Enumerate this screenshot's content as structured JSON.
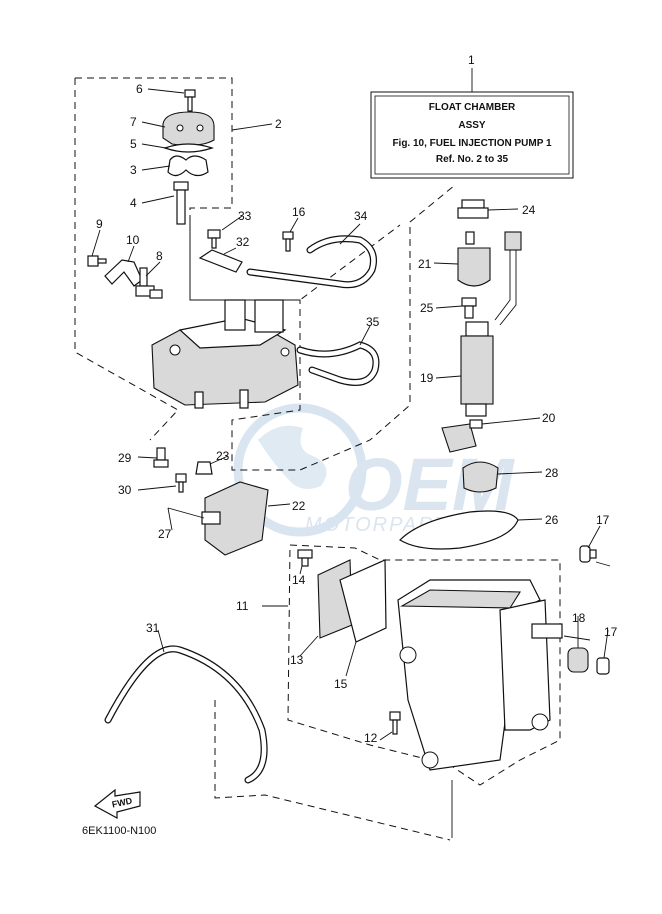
{
  "title_box": {
    "ref_number": "1",
    "line1": "FLOAT CHAMBER",
    "line2": "ASSY",
    "line3": "Fig. 10, FUEL INJECTION PUMP 1",
    "line4": "Ref. No. 2 to 35"
  },
  "callouts": [
    "2",
    "3",
    "4",
    "5",
    "6",
    "7",
    "8",
    "9",
    "10",
    "11",
    "12",
    "13",
    "14",
    "15",
    "16",
    "17",
    "17",
    "18",
    "19",
    "20",
    "21",
    "22",
    "23",
    "24",
    "25",
    "26",
    "27",
    "28",
    "29",
    "30",
    "31",
    "32",
    "33",
    "34",
    "35"
  ],
  "fwd_label": "FWD",
  "diagram_code": "6EK1100-N100",
  "watermark": {
    "brand": "OEM",
    "tagline": "MOTORPARTS",
    "accent_color": "#a8c4de"
  }
}
